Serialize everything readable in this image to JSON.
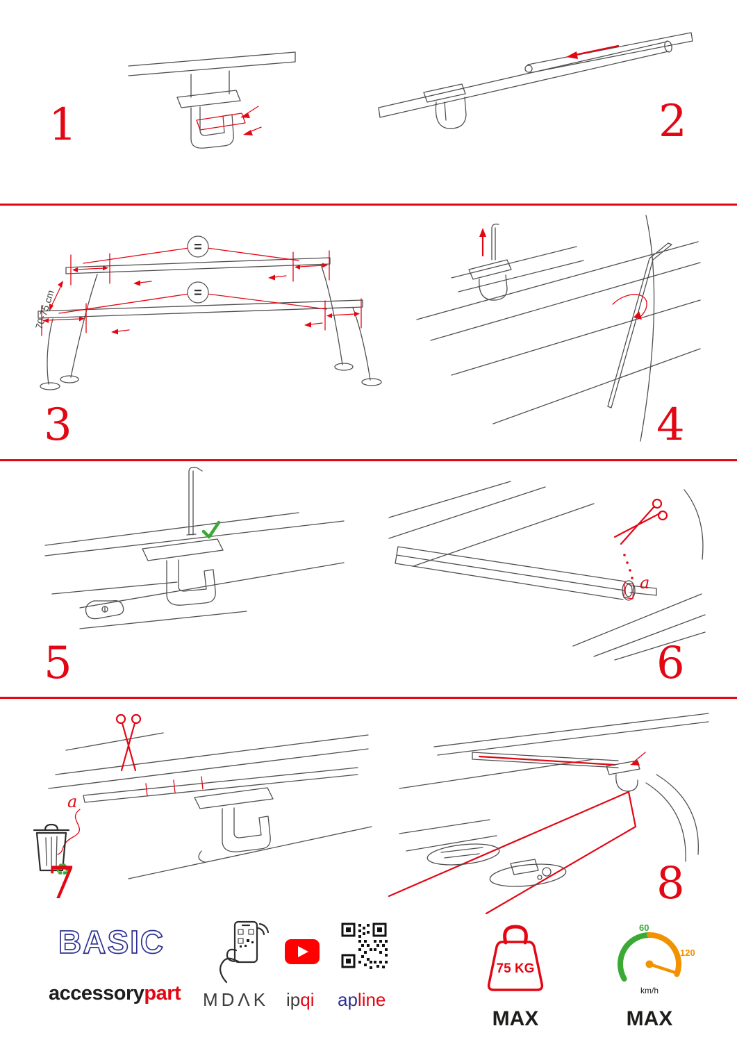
{
  "page": {
    "colors": {
      "accent_red": "#e30613",
      "brand_blue": "#2e3192",
      "eco_green": "#3aaa35",
      "gauge_orange": "#f39200"
    },
    "steps": [
      {
        "number": "1"
      },
      {
        "number": "2"
      },
      {
        "number": "3",
        "measure_label": "70-75 cm",
        "equals": "="
      },
      {
        "number": "4"
      },
      {
        "number": "5"
      },
      {
        "number": "6",
        "label_a": "a"
      },
      {
        "number": "7",
        "label_a": "a"
      },
      {
        "number": "8"
      }
    ],
    "icons": {
      "recycle": "♻"
    },
    "footer": {
      "brand": "BASIC",
      "brand_sub_left": "accessory",
      "brand_sub_right": "part",
      "partner_mdak": "MDΛK",
      "partner_ipqi_left": "ip",
      "partner_ipqi_right": "qi",
      "partner_apline_left": "ap",
      "partner_apline_right": "line",
      "weight_value": "75 KG",
      "weight_max": "MAX",
      "speed_tick_low": "60",
      "speed_tick_high": "120",
      "speed_unit": "km/h",
      "speed_max": "MAX"
    }
  }
}
